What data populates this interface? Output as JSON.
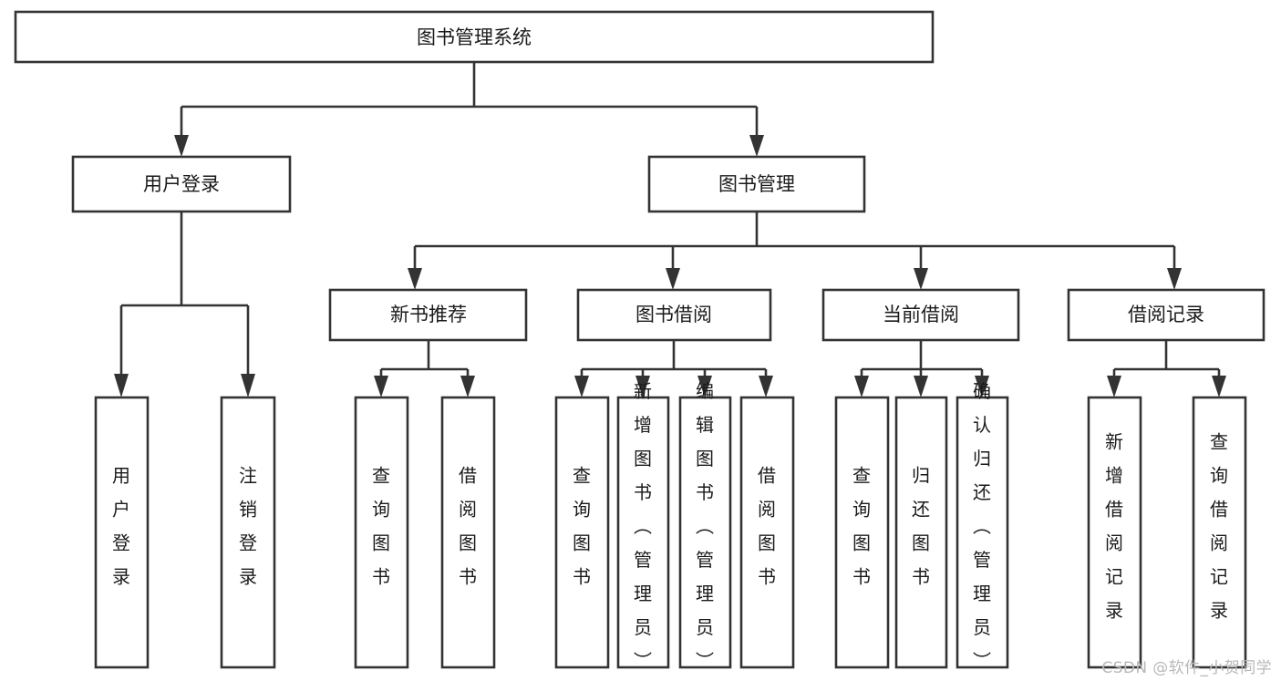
{
  "diagram": {
    "title": "图书管理系统",
    "type": "hierarchy-tree",
    "orientation": "top-down",
    "colors": {
      "box_stroke": "#333333",
      "box_fill": "#ffffff",
      "connector": "#333333",
      "text": "#1a1a1a",
      "watermark": "#b8b8b8",
      "background": "#ffffff"
    },
    "levels": [
      {
        "level": 1,
        "nodes": [
          {
            "id": "root",
            "label": "图书管理系统",
            "orientation": "horizontal"
          }
        ]
      },
      {
        "level": 2,
        "nodes": [
          {
            "id": "user-login",
            "label": "用户登录",
            "orientation": "horizontal",
            "parent": "root"
          },
          {
            "id": "book-mgmt",
            "label": "图书管理",
            "orientation": "horizontal",
            "parent": "root"
          }
        ]
      },
      {
        "level": 3,
        "nodes": [
          {
            "id": "new-book-rec",
            "label": "新书推荐",
            "orientation": "horizontal",
            "parent": "book-mgmt"
          },
          {
            "id": "book-borrow",
            "label": "图书借阅",
            "orientation": "horizontal",
            "parent": "book-mgmt"
          },
          {
            "id": "current-borrow",
            "label": "当前借阅",
            "orientation": "horizontal",
            "parent": "book-mgmt"
          },
          {
            "id": "borrow-record",
            "label": "借阅记录",
            "orientation": "horizontal",
            "parent": "book-mgmt"
          }
        ]
      },
      {
        "level": 4,
        "nodes": [
          {
            "id": "leaf-user-login",
            "label": "用户登录",
            "orientation": "vertical",
            "parent": "user-login"
          },
          {
            "id": "leaf-user-logout",
            "label": "注销登录",
            "orientation": "vertical",
            "parent": "user-login"
          },
          {
            "id": "leaf-query-book-1",
            "label": "查询图书",
            "orientation": "vertical",
            "parent": "new-book-rec"
          },
          {
            "id": "leaf-borrow-book-1",
            "label": "借阅图书",
            "orientation": "vertical",
            "parent": "new-book-rec"
          },
          {
            "id": "leaf-query-book-2",
            "label": "查询图书",
            "orientation": "vertical",
            "parent": "book-borrow"
          },
          {
            "id": "leaf-add-book",
            "label": "新增图书（管理员）",
            "orientation": "vertical",
            "parent": "book-borrow"
          },
          {
            "id": "leaf-edit-book",
            "label": "编辑图书（管理员）",
            "orientation": "vertical",
            "parent": "book-borrow"
          },
          {
            "id": "leaf-borrow-book-2",
            "label": "借阅图书",
            "orientation": "vertical",
            "parent": "book-borrow"
          },
          {
            "id": "leaf-query-book-3",
            "label": "查询图书",
            "orientation": "vertical",
            "parent": "current-borrow"
          },
          {
            "id": "leaf-return-book",
            "label": "归还图书",
            "orientation": "vertical",
            "parent": "current-borrow"
          },
          {
            "id": "leaf-confirm-return",
            "label": "确认归还（管理员）",
            "orientation": "vertical",
            "parent": "current-borrow"
          },
          {
            "id": "leaf-add-record",
            "label": "新增借阅记录",
            "orientation": "vertical",
            "parent": "borrow-record"
          },
          {
            "id": "leaf-query-record",
            "label": "查询借阅记录",
            "orientation": "vertical",
            "parent": "borrow-record"
          }
        ]
      }
    ]
  },
  "watermark": {
    "text": "CSDN @软件_小贺同学"
  }
}
